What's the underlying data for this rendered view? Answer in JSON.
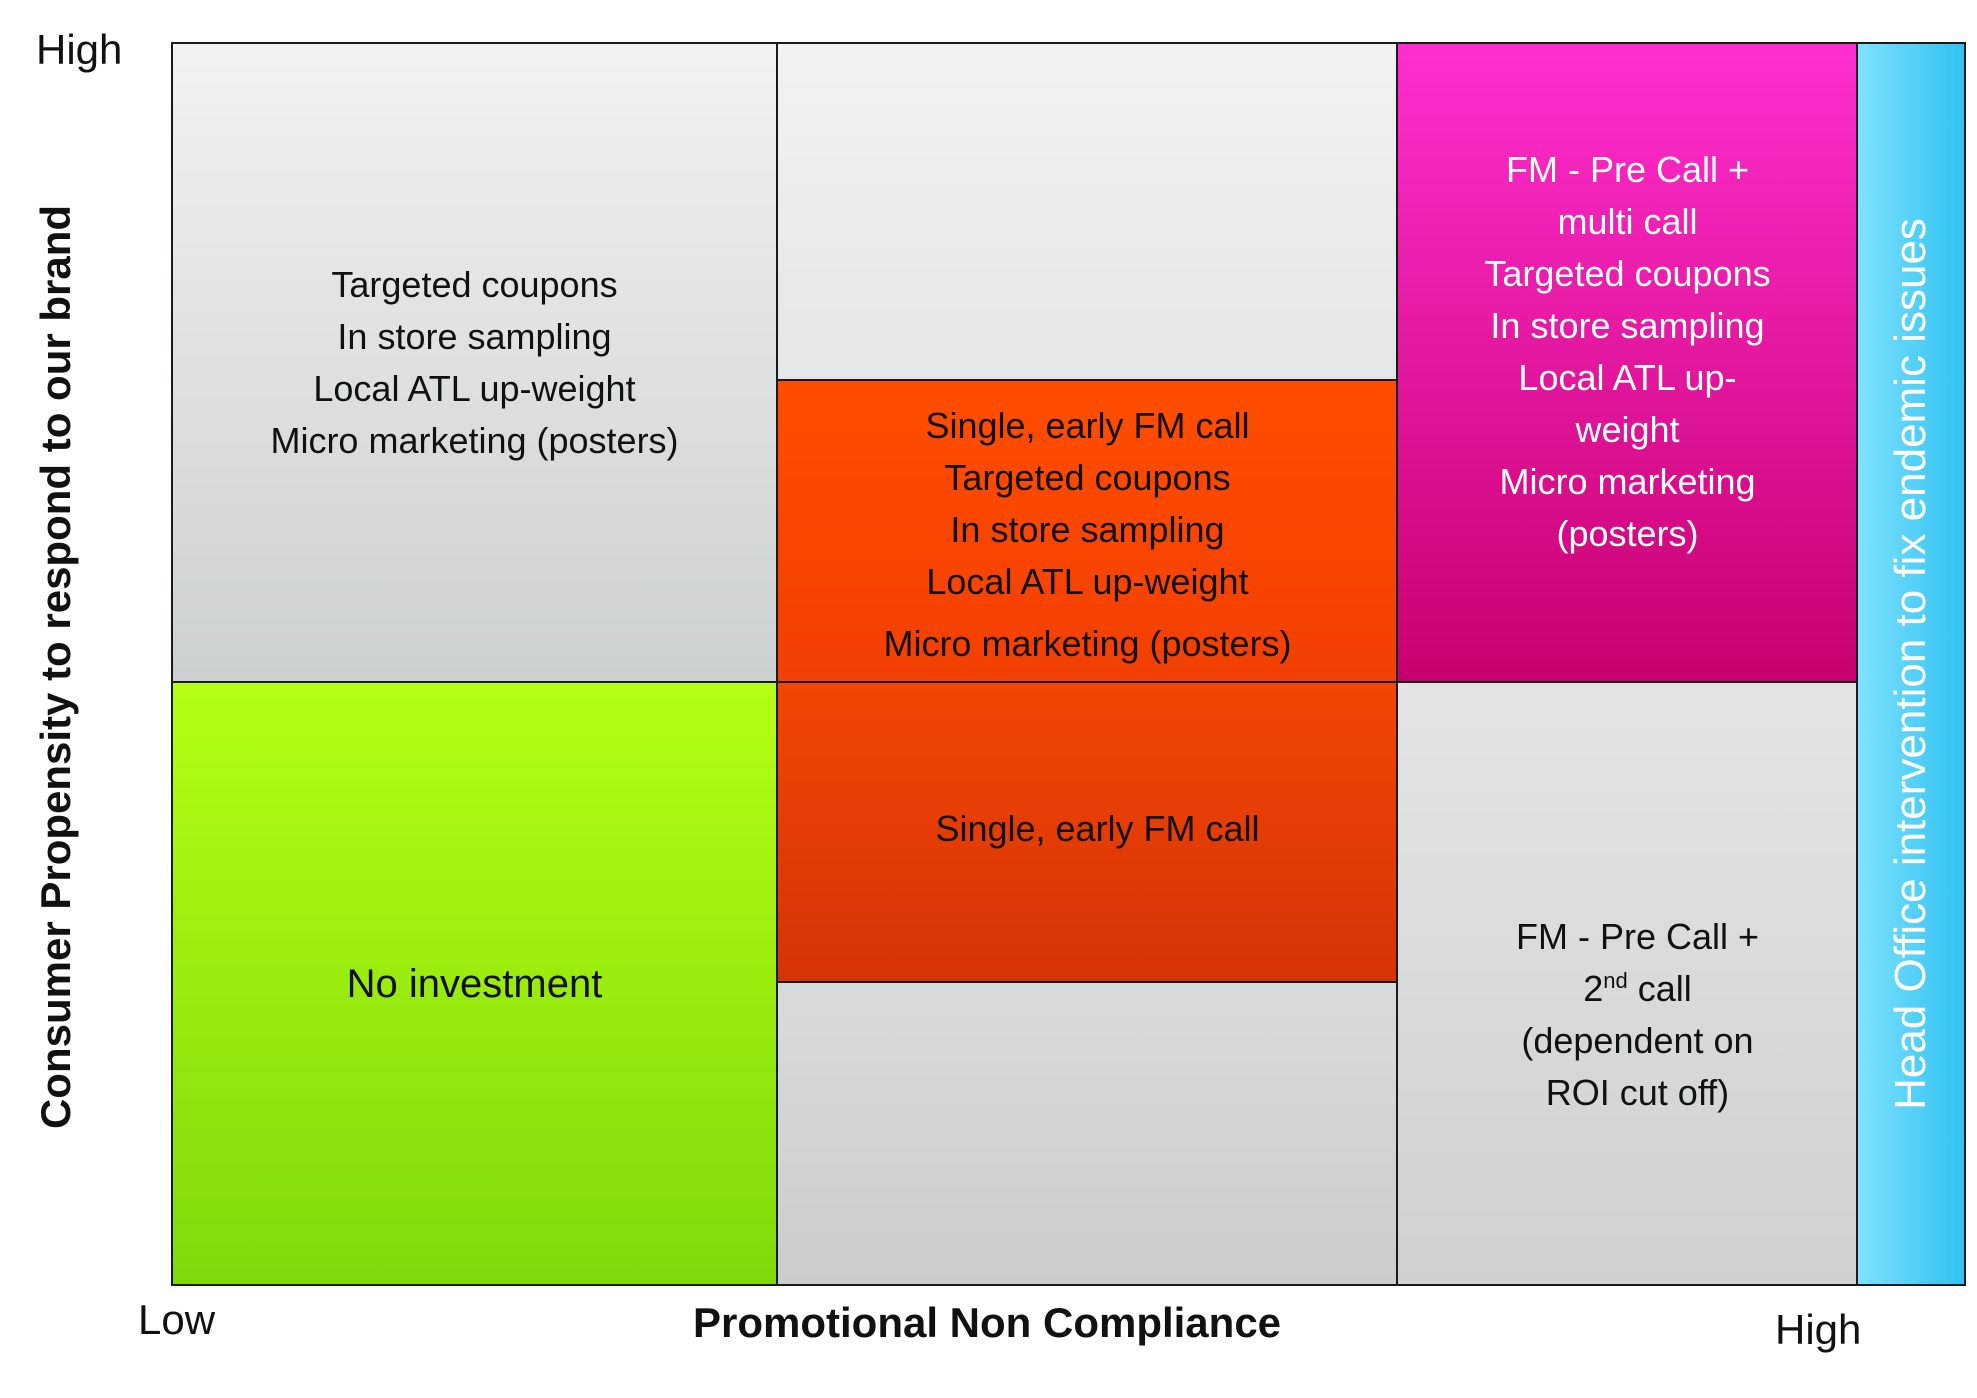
{
  "axes": {
    "y_high": "High",
    "x_low": "Low",
    "x_high": "High",
    "x_title": "Promotional Non Compliance",
    "y_title": "Consumer Propensity to respond to our brand"
  },
  "side_band": {
    "text": "Head Office intervention to fix endemic issues",
    "color": "#2fc2f1"
  },
  "cells": {
    "top_left": {
      "color": "#dfe2e2",
      "lines": [
        "Targeted coupons",
        "In store sampling",
        "Local ATL up-weight",
        "Micro marketing (posters)"
      ]
    },
    "top_middle": {
      "color": "#eceeee"
    },
    "center_upper": {
      "color": "#ff4500",
      "lines": [
        "Single, early FM call",
        "Targeted coupons",
        "In store sampling",
        "Local ATL up-weight",
        "Micro marketing (posters)"
      ]
    },
    "center_lower": {
      "color": "#e53b04",
      "lines": [
        "Single, early FM call"
      ]
    },
    "top_right": {
      "color": "#e6169f",
      "lines": [
        "FM - Pre Call +",
        "multi call",
        "Targeted coupons",
        "In store sampling",
        "Local ATL up-",
        "weight",
        "Micro marketing",
        "(posters)"
      ]
    },
    "bottom_left": {
      "color": "#9be80e",
      "lines": [
        "No investment"
      ]
    },
    "bottom_middle": {
      "color": "#d2d6d6"
    },
    "bottom_right": {
      "color": "#d9dcdc",
      "line1": "FM - Pre Call +",
      "line2_num": "2",
      "line2_sup": "nd",
      "line2_rest": " call",
      "line3": "(dependent on",
      "line4": "ROI cut off)"
    }
  }
}
